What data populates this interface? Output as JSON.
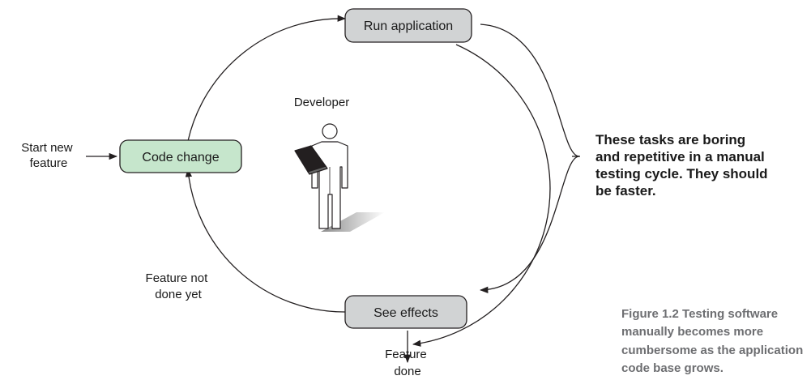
{
  "nodes": {
    "run_application": "Run application",
    "code_change": "Code change",
    "see_effects": "See effects"
  },
  "labels": {
    "developer": "Developer",
    "start_new_feature": [
      "Start new",
      "feature"
    ],
    "feature_not_done": [
      "Feature not",
      "done yet"
    ],
    "feature_done": [
      "Feature",
      "done"
    ]
  },
  "callout": {
    "lines": [
      "These tasks are boring",
      "and repetitive in a manual",
      "testing cycle. They should",
      "be faster."
    ]
  },
  "caption": {
    "lines": [
      "Figure 1.2   Testing software",
      "manually becomes more",
      "cumbersome as the application",
      "code base grows."
    ]
  },
  "colors": {
    "grey_node_fill": "#d1d3d4",
    "green_node_fill": "#c6e6cc",
    "stroke": "#231f20",
    "caption_text": "#6d6e71"
  }
}
